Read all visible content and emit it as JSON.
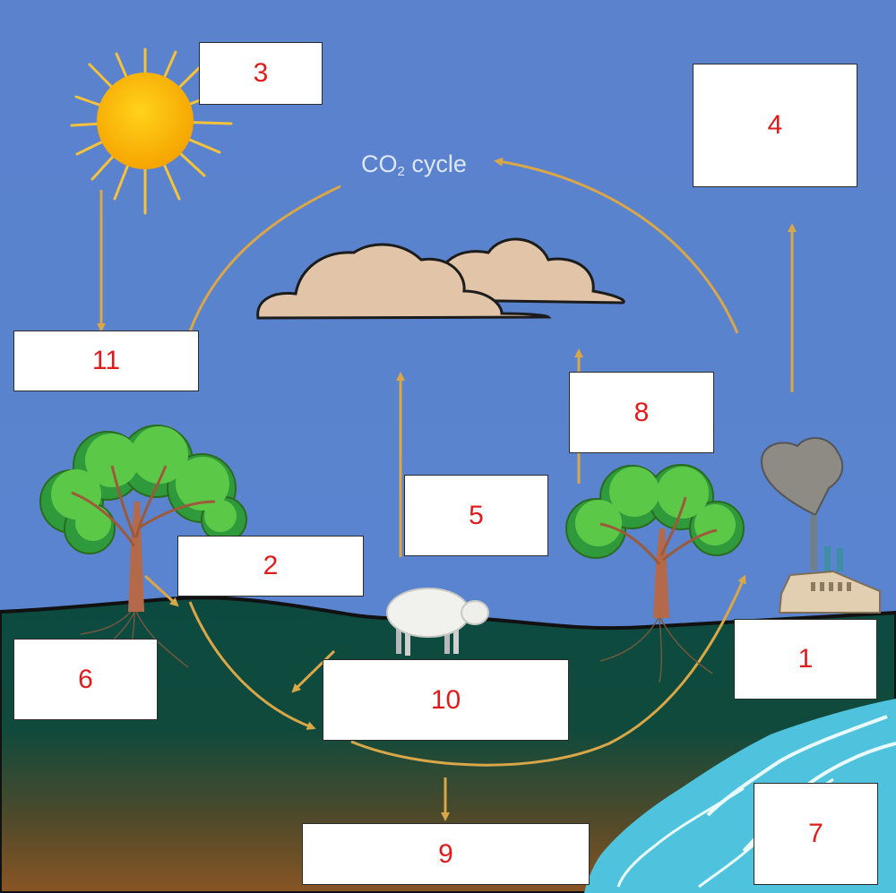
{
  "diagram": {
    "title_prefix": "CO",
    "title_subscript": "2",
    "title_suffix": " cycle",
    "colors": {
      "sky": "#5b84cf",
      "ground": "#0c4a40",
      "water": "#4fc3de",
      "arrow": "#d9a648",
      "label_text": "#e01b1b"
    },
    "labels": {
      "b1": "1",
      "b2": "2",
      "b3": "3",
      "b4": "4",
      "b5": "5",
      "b6": "6",
      "b7": "7",
      "b8": "8",
      "b9": "9",
      "b10": "10",
      "b11": "11"
    }
  }
}
